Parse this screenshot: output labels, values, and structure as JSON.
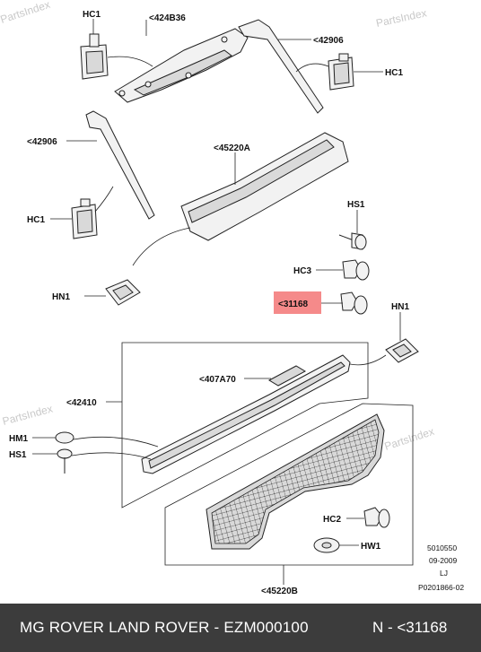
{
  "watermark": "PartsIndex",
  "parts": {
    "hc1_top_left": "HC1",
    "p424b36": "<424B36",
    "p42906_top": "<42906",
    "hc1_top_right": "HC1",
    "p42906_left": "<42906",
    "p45220a": "<45220A",
    "hc1_mid_left": "HC1",
    "hs1_right": "HS1",
    "hc3": "HC3",
    "p31168": "<31168",
    "hn1_left": "HN1",
    "hn1_right": "HN1",
    "p407a70": "<407A70",
    "p42410": "<42410",
    "hm1": "HM1",
    "hs1_left": "HS1",
    "hc2": "HC2",
    "hw1": "HW1",
    "p45220b": "<45220B"
  },
  "meta": {
    "line1": "5010550",
    "line2": "09-2009",
    "line3": "LJ",
    "line4": "P0201866-02"
  },
  "footer": {
    "title": "MG ROVER LAND ROVER - EZM000100",
    "ref": "N - <31168"
  },
  "colors": {
    "highlight": "#f58a8a",
    "footer_bg": "#3c3c3c",
    "footer_text": "#ffffff"
  }
}
